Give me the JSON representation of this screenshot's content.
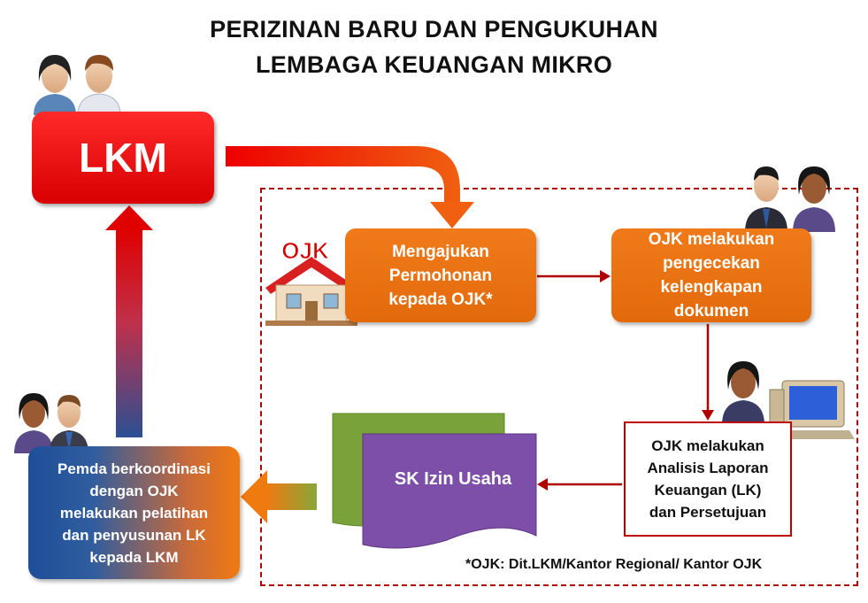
{
  "title": {
    "line1": "PERIZINAN BARU DAN PENGUKUHAN",
    "line2": "LEMBAGA KEUANGAN MIKRO"
  },
  "nodes": {
    "lkm": "LKM",
    "apply": [
      "Mengajukan",
      "Permohonan",
      "kepada OJK*"
    ],
    "check": [
      "OJK melakukan",
      "pengecekan",
      "kelengkapan",
      "dokumen"
    ],
    "analysis": [
      "OJK melakukan",
      "Analisis Laporan",
      "Keuangan (LK)",
      "dan Persetujuan"
    ],
    "sk": "SK Izin Usaha",
    "pemda": [
      "Pemda berkoordinasi",
      "dengan OJK",
      "melakukan pelatihan",
      "dan penyusunan LK",
      "kepada LKM"
    ]
  },
  "logo_text": "OJK",
  "footnote": "*OJK: Dit.LKM/Kantor Regional/ Kantor OJK",
  "colors": {
    "red": "#e00000",
    "orange": "#e8700f",
    "dark_red": "#b00000",
    "purple": "#7d4fa8",
    "green": "#79a33a",
    "blue": "#1f4e99"
  }
}
